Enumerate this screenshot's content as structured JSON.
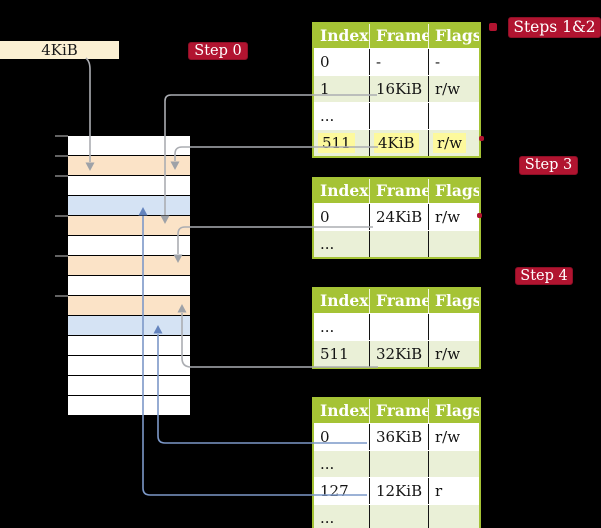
{
  "diagram": {
    "title": "Multi-level page table translation diagram",
    "background_color": "#000000"
  },
  "memory_box": {
    "label": "4KiB"
  },
  "steps": [
    {
      "label": "Step 0"
    },
    {
      "label": "Steps 1&2"
    },
    {
      "label": "Step 3"
    },
    {
      "label": "Step 4"
    }
  ],
  "memory_stack": {
    "cell_fills": [
      "white",
      "orange",
      "white",
      "blue",
      "orange",
      "white",
      "orange",
      "white",
      "orange",
      "blue",
      "white",
      "white",
      "white",
      "white"
    ],
    "cell_size_each": "4KiB",
    "tick_positions": [
      0,
      1,
      2,
      4,
      6,
      8
    ]
  },
  "tables": [
    {
      "id": "table-steps-1-2",
      "headers": [
        "Index",
        "Frame",
        "Flags"
      ],
      "rows": [
        {
          "cells": [
            "0",
            "-",
            "-"
          ],
          "shaded": false,
          "highlighted": false
        },
        {
          "cells": [
            "1",
            "16KiB",
            "r/w"
          ],
          "shaded": true,
          "highlighted": false
        },
        {
          "cells": [
            "...",
            "",
            ""
          ],
          "shaded": false,
          "highlighted": false
        },
        {
          "cells": [
            "511",
            "4KiB",
            "r/w"
          ],
          "shaded": true,
          "highlighted": true
        }
      ]
    },
    {
      "id": "table-step-3",
      "headers": [
        "Index",
        "Frame",
        "Flags"
      ],
      "rows": [
        {
          "cells": [
            "0",
            "24KiB",
            "r/w"
          ],
          "shaded": false,
          "highlighted": false
        },
        {
          "cells": [
            "...",
            "",
            ""
          ],
          "shaded": true,
          "highlighted": false
        }
      ]
    },
    {
      "id": "table-step-4-upper",
      "headers": [
        "Index",
        "Frame",
        "Flags"
      ],
      "rows": [
        {
          "cells": [
            "...",
            "",
            ""
          ],
          "shaded": false,
          "highlighted": false
        },
        {
          "cells": [
            "511",
            "32KiB",
            "r/w"
          ],
          "shaded": true,
          "highlighted": false
        }
      ]
    },
    {
      "id": "table-step-4-lower",
      "headers": [
        "Index",
        "Frame",
        "Flags"
      ],
      "rows": [
        {
          "cells": [
            "0",
            "36KiB",
            "r/w"
          ],
          "shaded": false,
          "highlighted": false
        },
        {
          "cells": [
            "...",
            "",
            ""
          ],
          "shaded": true,
          "highlighted": false
        },
        {
          "cells": [
            "127",
            "12KiB",
            "r"
          ],
          "shaded": false,
          "highlighted": false
        },
        {
          "cells": [
            "...",
            "",
            ""
          ],
          "shaded": true,
          "highlighted": false
        }
      ]
    }
  ],
  "colors": {
    "step_label_bg": "#B11430",
    "table_header_green": "#A5C335",
    "table_row_pale_green": "#EAF0D7",
    "highlight_yellow": "#FDF99D",
    "memory_box_cream": "#FBF0D3",
    "stack_orange": "#FBE3C7",
    "stack_blue": "#D5E3F4",
    "connector_gray": "#ABADB2",
    "connector_blue": "#7C98C8"
  }
}
